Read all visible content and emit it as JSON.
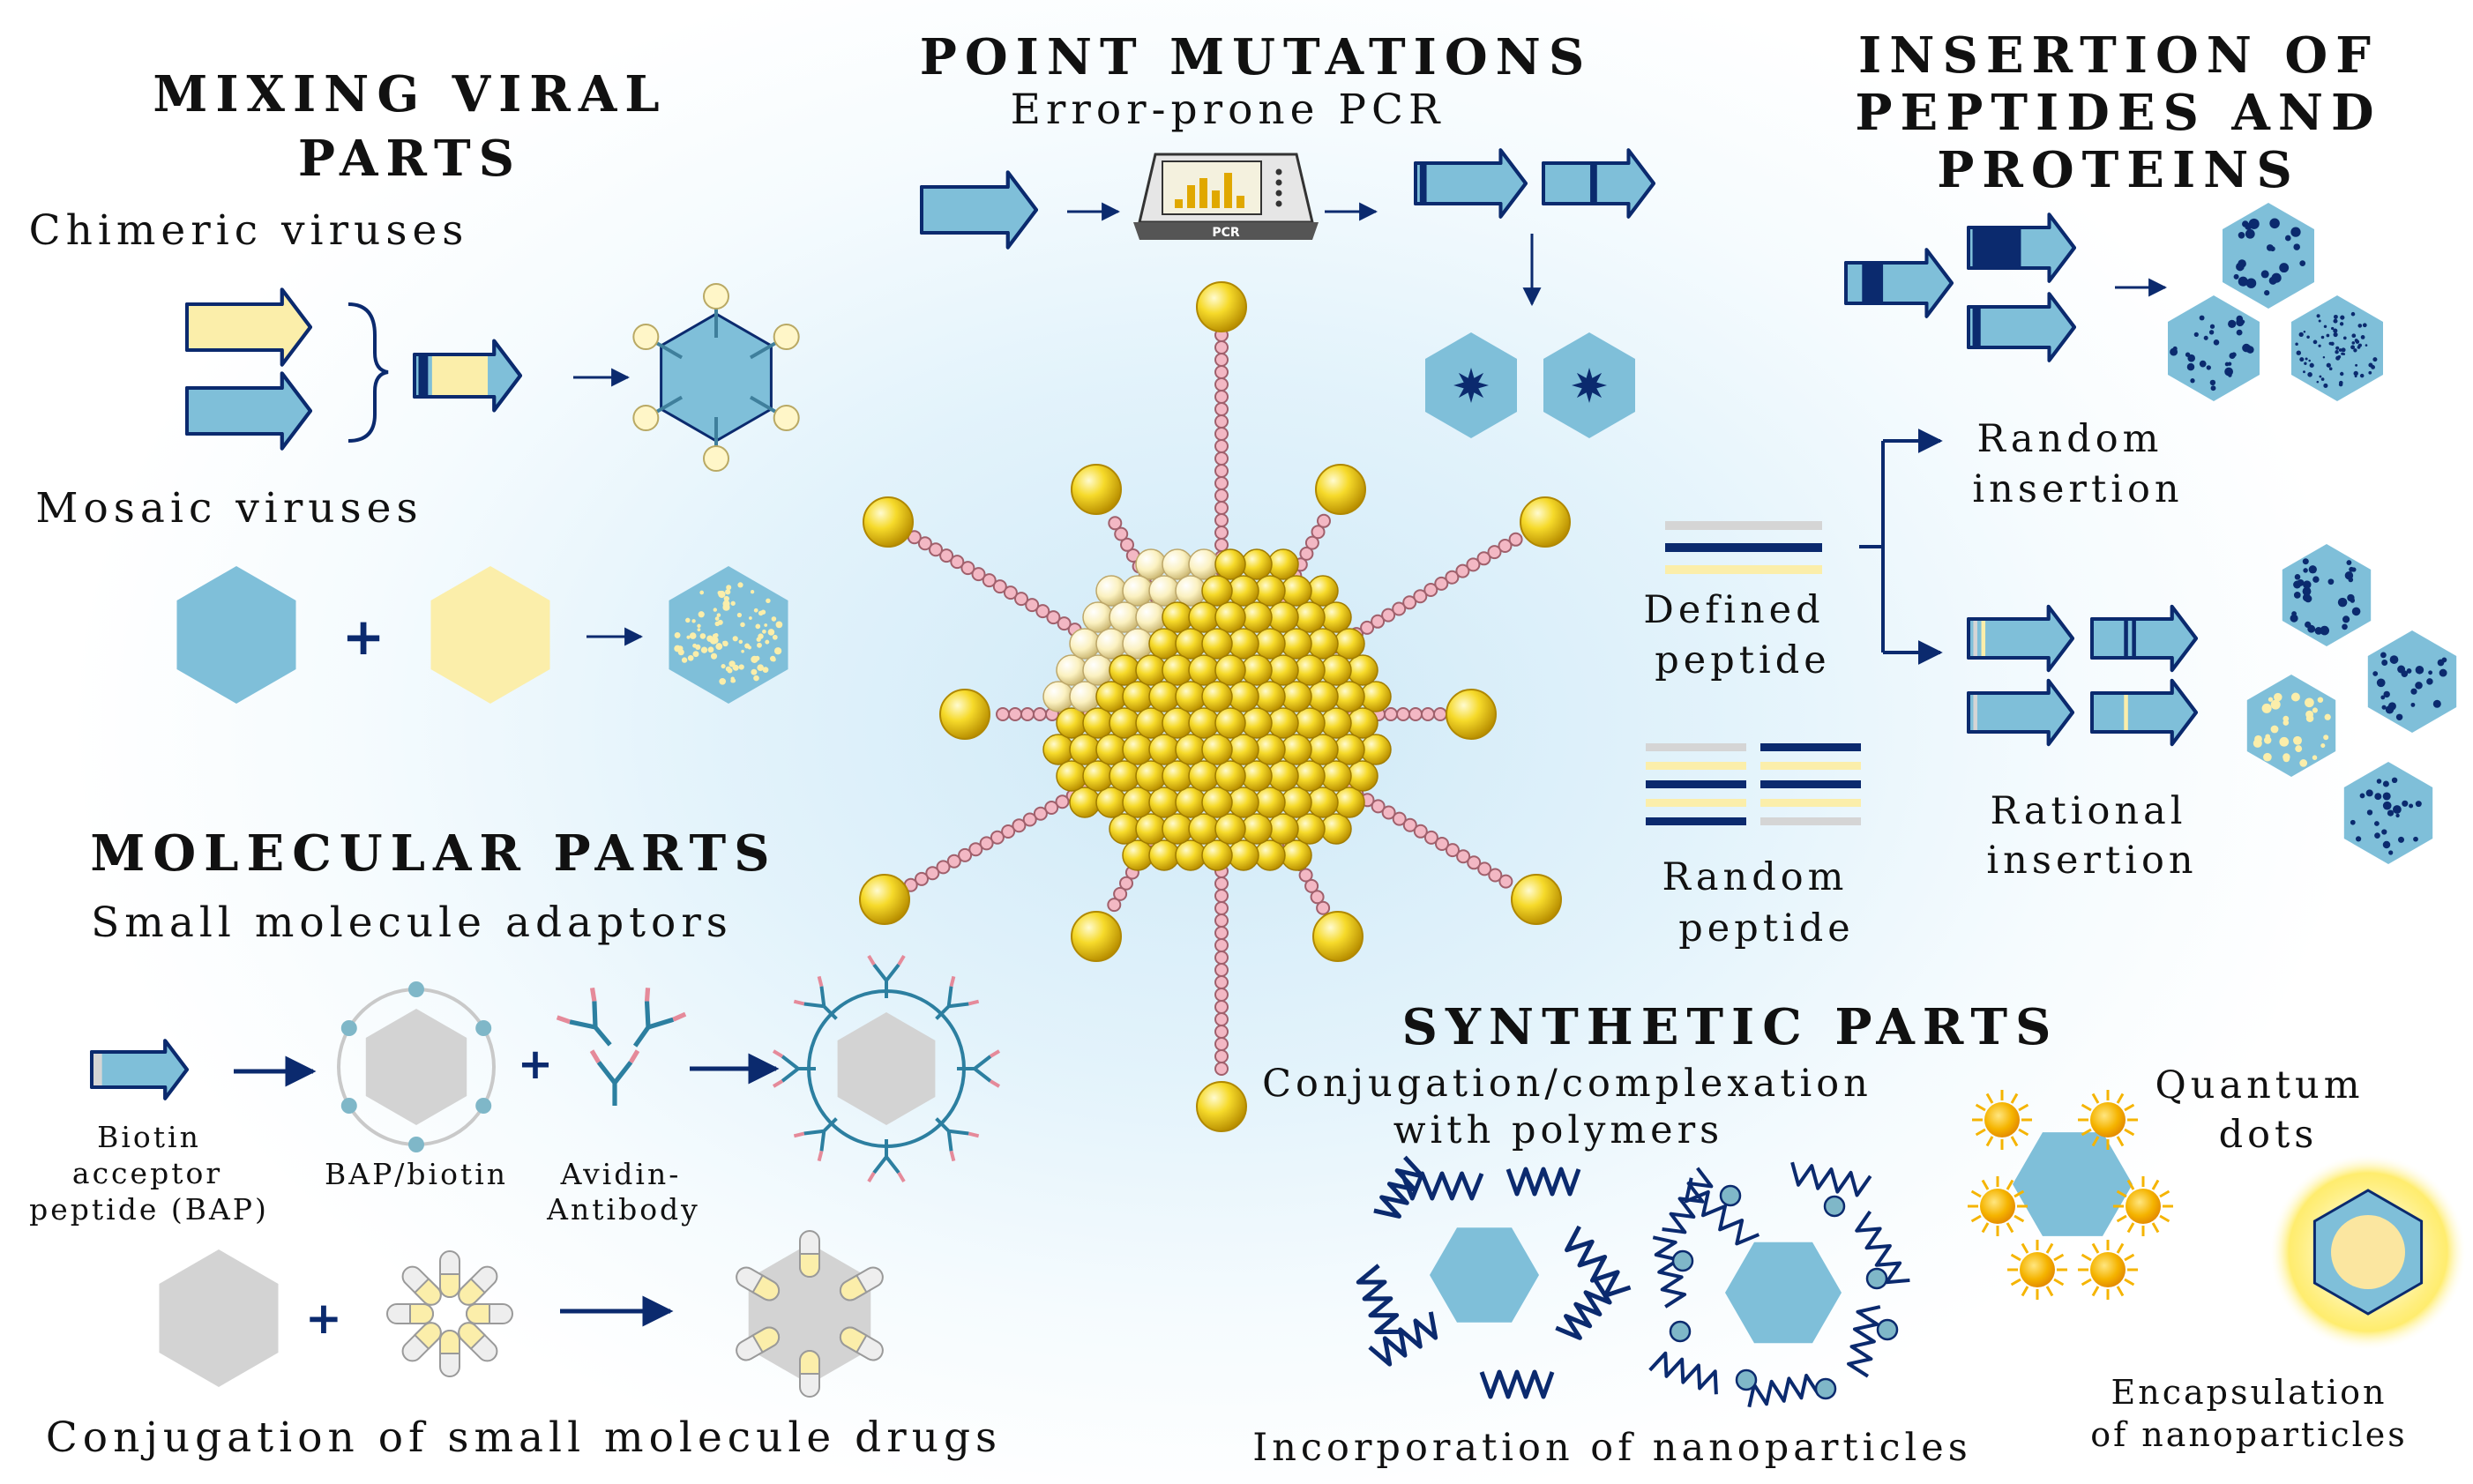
{
  "colors": {
    "blue": "#7fbfd9",
    "navy": "#0b2a6e",
    "pale": "#fbeeaa",
    "grey": "#d3d3d3",
    "gold": "#f2c91a",
    "pink": "#f3b8c4"
  },
  "sections": {
    "mixing": {
      "title_l1": "MIXING VIRAL",
      "title_l2": "PARTS",
      "chimeric": "Chimeric viruses",
      "mosaic": "Mosaic viruses"
    },
    "point": {
      "title": "POINT MUTATIONS",
      "subtitle": "Error-prone PCR",
      "pcr_label": "PCR"
    },
    "insertion": {
      "title_l1": "INSERTION OF",
      "title_l2": "PEPTIDES AND",
      "title_l3": "PROTEINS",
      "defined_l1": "Defined",
      "defined_l2": "peptide",
      "random_l1": "Random",
      "random_l2": "peptide",
      "random_ins_l1": "Random",
      "random_ins_l2": "insertion",
      "rational_l1": "Rational",
      "rational_l2": "insertion"
    },
    "molecular": {
      "title": "MOLECULAR PARTS",
      "subtitle": "Small molecule adaptors",
      "biotin_l1": "Biotin",
      "biotin_l2": "acceptor",
      "biotin_l3": "peptide (BAP)",
      "bap": "BAP/biotin",
      "avidin_l1": "Avidin-",
      "avidin_l2": "Antibody",
      "drugs": "Conjugation of small molecule drugs"
    },
    "synthetic": {
      "title": "SYNTHETIC PARTS",
      "conj_l1": "Conjugation/complexation",
      "conj_l2": "with polymers",
      "quantum_l1": "Quantum",
      "quantum_l2": "dots",
      "incorp": "Incorporation of nanoparticles",
      "encap_l1": "Encapsulation",
      "encap_l2": "of nanoparticles"
    }
  }
}
